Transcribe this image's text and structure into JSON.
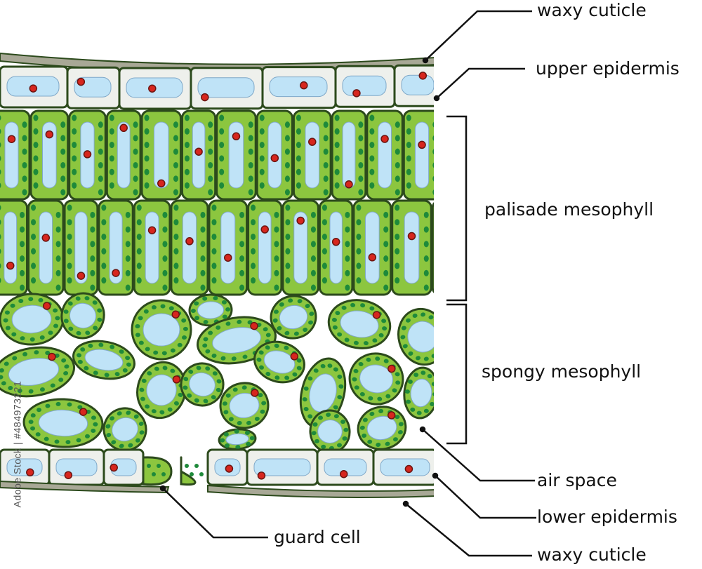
{
  "labels": {
    "waxy_cuticle_top": "waxy  cuticle",
    "upper_epidermis": "upper epidermis",
    "palisade_mesophyll": "palisade mesophyll",
    "spongy_mesophyll": "spongy  mesophyll",
    "air_space": "air space",
    "lower_epidermis": "lower epidermis",
    "guard_cell": "guard   cell",
    "waxy_cuticle_bottom": "waxy  cuticle"
  },
  "watermark": "Adobe Stock | #484973221",
  "colors": {
    "cell_wall": "#2c4a1c",
    "chloroplast_cell": "#8cc63f",
    "chloroplast": "#1e8a3a",
    "vacuole": "#bfe3f7",
    "nucleus": "#d7261e",
    "epidermis": "#eef0ec",
    "cuticle": "#a8a896"
  }
}
